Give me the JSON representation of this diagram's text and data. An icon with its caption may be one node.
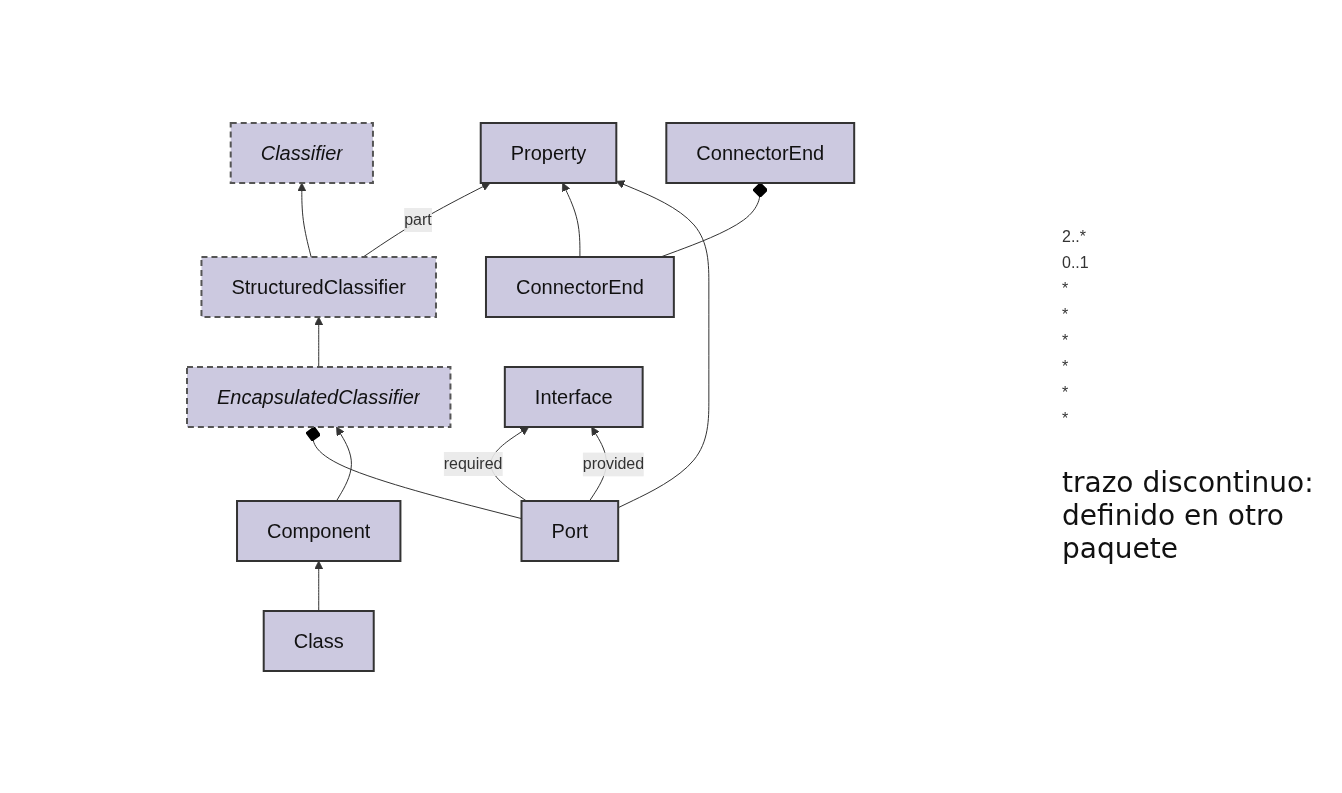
{
  "diagram": {
    "nodes": [
      {
        "text": [
          "Classifier"
        ]
      },
      {
        "text": [
          "ConnectorEnd"
        ]
      },
      {
        "text": [
          "StructuredClassifier"
        ]
      },
      {
        "text": [
          "Property"
        ]
      },
      {
        "text": [
          "ConnectorEnd"
        ]
      },
      {
        "text": [
          "EncapsulatedClassifier"
        ]
      },
      {
        "text": [
          "Port"
        ]
      },
      {
        "text": [
          "Interface"
        ]
      },
      {
        "text": [
          "Component"
        ]
      },
      {
        "text": [
          "Class"
        ]
      }
    ],
    "edges": [
      {
        "from": 2,
        "to": 0,
        "arrow": "to"
      },
      {
        "from": 4,
        "to": 1,
        "arrow": "other"
      },
      {
        "from": 2,
        "to": 3,
        "arrow": "to",
        "label": "part"
      },
      {
        "from": 4,
        "to": 3,
        "arrow": "to"
      },
      {
        "from": 6,
        "to": 3,
        "arrow": "to"
      },
      {
        "from": 5,
        "to": 2,
        "arrow": "to"
      },
      {
        "from": 6,
        "to": 5,
        "arrow": "other"
      },
      {
        "from": 6,
        "to": 7,
        "arrow": "to",
        "label": "required"
      },
      {
        "from": 6,
        "to": 7,
        "arrow": "to",
        "label": "provided"
      },
      {
        "from": 8,
        "to": 5,
        "arrow": "to"
      },
      {
        "from": 9,
        "to": 8,
        "arrow": "to"
      }
    ],
    "labels": [
      "2..*",
      "0..1",
      "*",
      "*",
      "*",
      "*",
      "*",
      "*",
      "trazo discontinuo: definido en otro paquete"
    ]
  }
}
